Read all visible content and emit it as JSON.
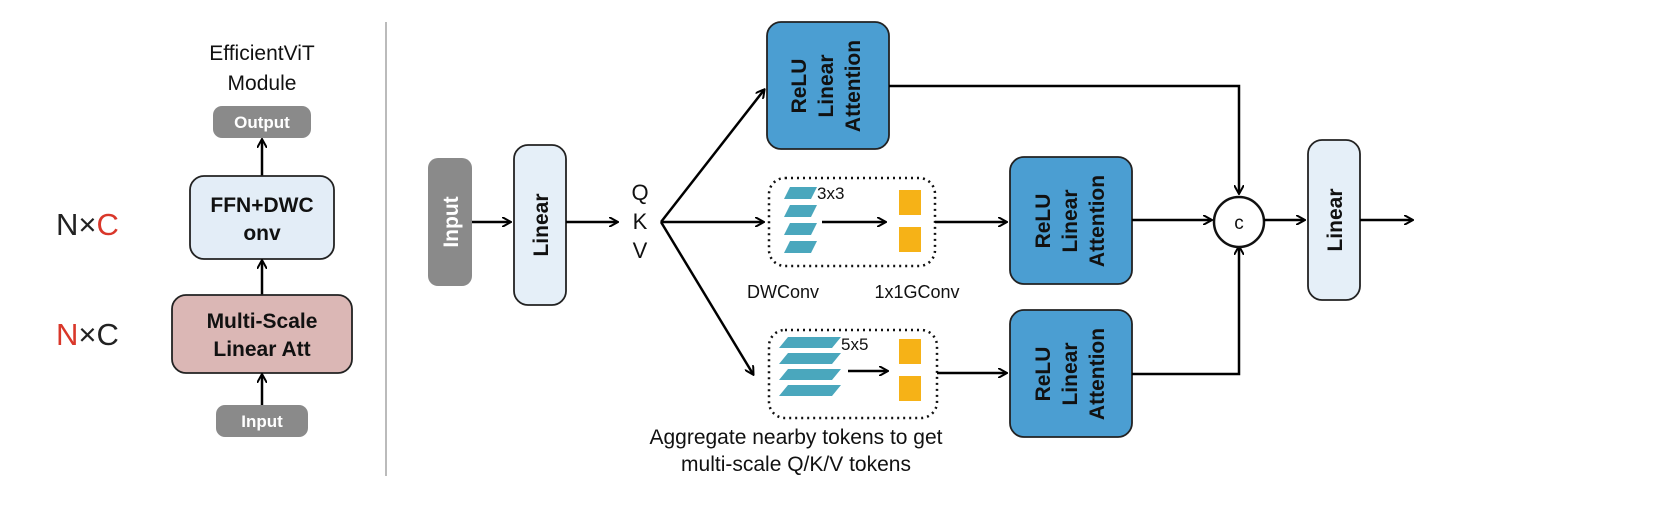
{
  "left": {
    "module_title": [
      "EfficientViT",
      "Module"
    ],
    "output_label": "Output",
    "ffn_label": [
      "FFN+DWC",
      "onv"
    ],
    "msla_label": [
      "Multi-Scale",
      "Linear Att"
    ],
    "input_label": "Input",
    "nc_top": {
      "n": "N",
      "times": "×",
      "c": "C"
    },
    "nc_bottom": {
      "n": "N",
      "times": "×",
      "c": "C"
    }
  },
  "right": {
    "input_label": "Input",
    "linear_in_label": "Linear",
    "qkv": [
      "Q",
      "K",
      "V"
    ],
    "relu_label": [
      "ReLU",
      "Linear",
      "Attention"
    ],
    "kernel_small": "3x3",
    "kernel_large": "5x5",
    "dwconv_label": "DWConv",
    "gconv_label": "1x1GConv",
    "concat_label": "c",
    "linear_out_label": "Linear",
    "caption": [
      "Aggregate nearby tokens to get",
      "multi-scale Q/K/V tokens"
    ]
  },
  "colors": {
    "output_input_pill": "#8a8a8a",
    "ffn_fill": "#e3edf7",
    "msla_fill": "#dbb7b5",
    "relu_fill": "#4b9ed2",
    "linear_fill": "#e5eff8",
    "token_teal": "#4aa7bd",
    "token_orange": "#f6b217",
    "accent_red": "#d9372a"
  }
}
